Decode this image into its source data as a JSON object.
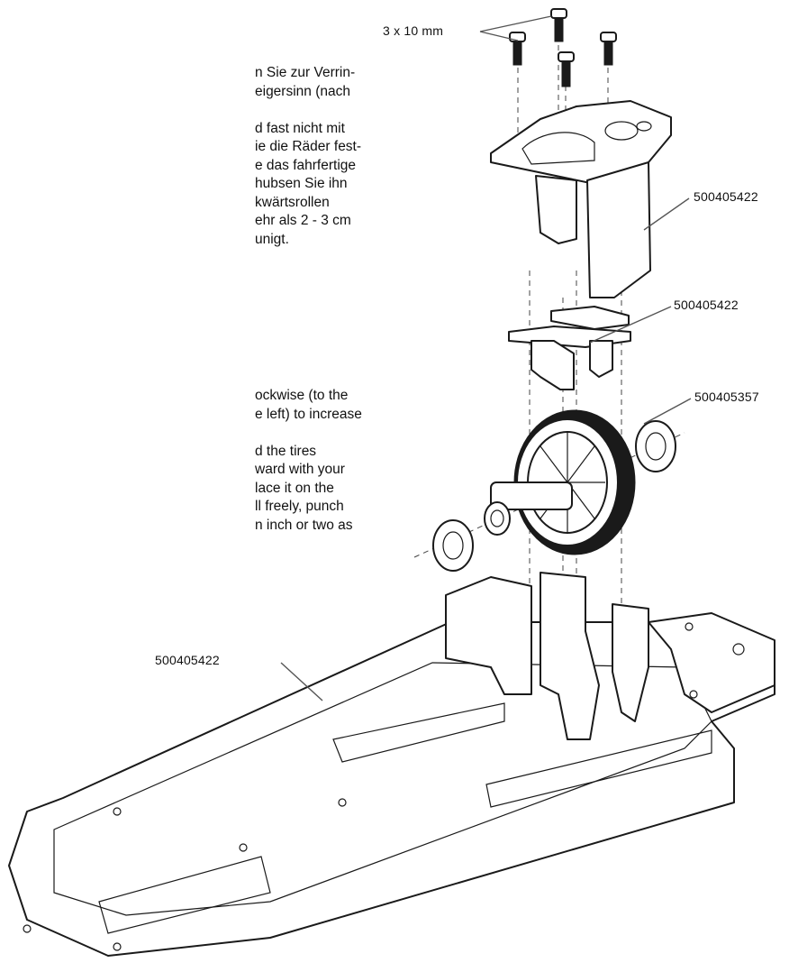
{
  "instructions": {
    "german_lines": [
      "n Sie zur Verrin-",
      "eigersinn (nach",
      "",
      "d fast nicht mit",
      "ie die Räder fest-",
      "e das fahrfertige",
      "hubsen Sie ihn",
      "kwärtsrollen",
      "ehr als 2 - 3 cm",
      "unigt."
    ],
    "english_lines": [
      "ockwise (to the",
      "e left) to increase",
      "",
      "d the tires",
      "ward with your",
      "lace it on the",
      "ll freely, punch",
      "n inch or two as"
    ]
  },
  "callouts": {
    "screw_size": "3 x 10 mm",
    "motor_mount_part": "500405422",
    "motor_plate_part": "500405422",
    "bearing_part": "500405357",
    "chassis_part": "500405422"
  }
}
